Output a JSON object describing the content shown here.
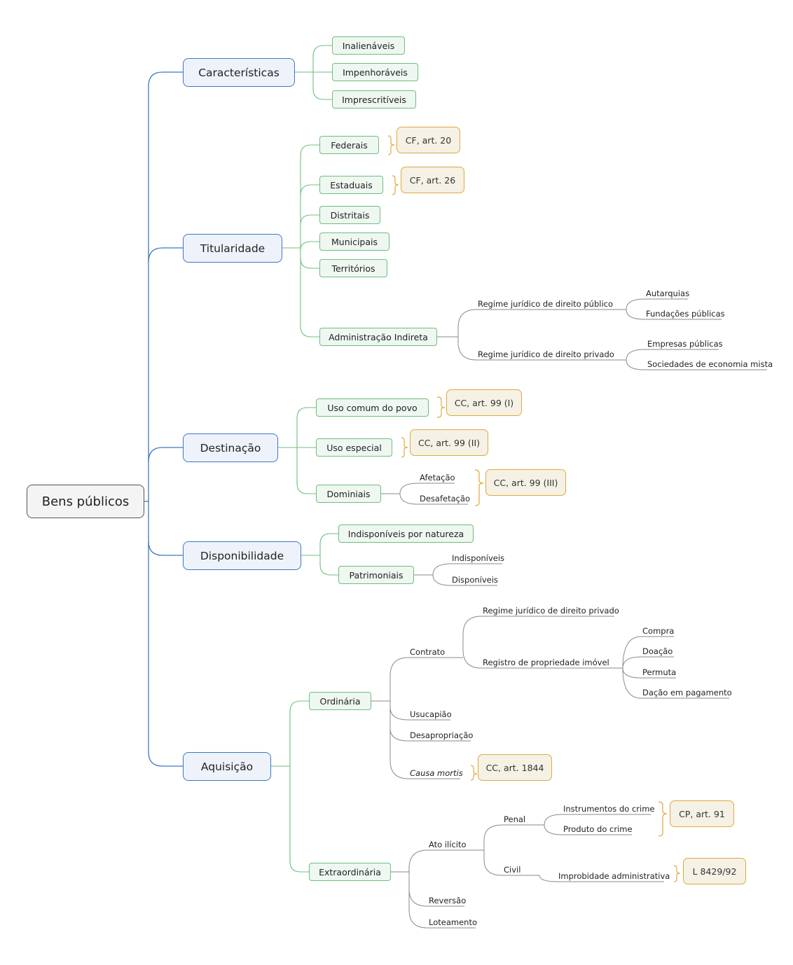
{
  "root": "Bens públicos",
  "caracteristicas": {
    "label": "Características",
    "items": [
      "Inalienáveis",
      "Impenhoráveis",
      "Imprescritíveis"
    ]
  },
  "titularidade": {
    "label": "Titularidade",
    "federais": "Federais",
    "federais_ref": "CF, art. 20",
    "estaduais": "Estaduais",
    "estaduais_ref": "CF, art. 26",
    "distritais": "Distritais",
    "municipais": "Municipais",
    "territorios": "Territórios",
    "adm_indireta": "Administração Indireta",
    "publico": "Regime jurídico de direito público",
    "autarquias": "Autarquias",
    "fundacoes": "Fundações públicas",
    "privado": "Regime jurídico de direito privado",
    "empresas": "Empresas públicas",
    "sociedades": "Sociedades de economia mista"
  },
  "destinacao": {
    "label": "Destinação",
    "uso_comum": "Uso comum do povo",
    "uso_comum_ref": "CC, art. 99 (I)",
    "uso_especial": "Uso especial",
    "uso_especial_ref": "CC, art. 99 (II)",
    "dominiais": "Dominiais",
    "afetacao": "Afetação",
    "desafetacao": "Desafetação",
    "dominiais_ref": "CC, art. 99 (III)"
  },
  "disponibilidade": {
    "label": "Disponibilidade",
    "indisp_natureza": "Indisponíveis por natureza",
    "patrimoniais": "Patrimoniais",
    "indisponiveis": "Indisponíveis",
    "disponiveis": "Disponíveis"
  },
  "aquisicao": {
    "label": "Aquisição",
    "ordinaria": "Ordinária",
    "contrato": "Contrato",
    "regime_privado": "Regime jurídico de direito privado",
    "registro": "Registro de propriedade imóvel",
    "compra": "Compra",
    "doacao": "Doação",
    "permuta": "Permuta",
    "dacao": "Dação em pagamento",
    "usucapiao": "Usucapião",
    "desapropriacao": "Desapropriação",
    "causa_mortis": "Causa mortis",
    "causa_mortis_ref": "CC, art. 1844",
    "extraordinaria": "Extraordinária",
    "ato_ilicito": "Ato ilícito",
    "penal": "Penal",
    "instrumentos": "Instrumentos do crime",
    "produto": "Produto do crime",
    "penal_ref": "CP, art. 91",
    "civil": "Civil",
    "improbidade": "Improbidade administrativa",
    "improbidade_ref": "L 8429/92",
    "reversao": "Reversão",
    "loteamento": "Loteamento"
  },
  "colors": {
    "blue": "#3c78c0",
    "green": "#6cbf7e",
    "orange": "#e0a93c",
    "gray": "#777777"
  }
}
